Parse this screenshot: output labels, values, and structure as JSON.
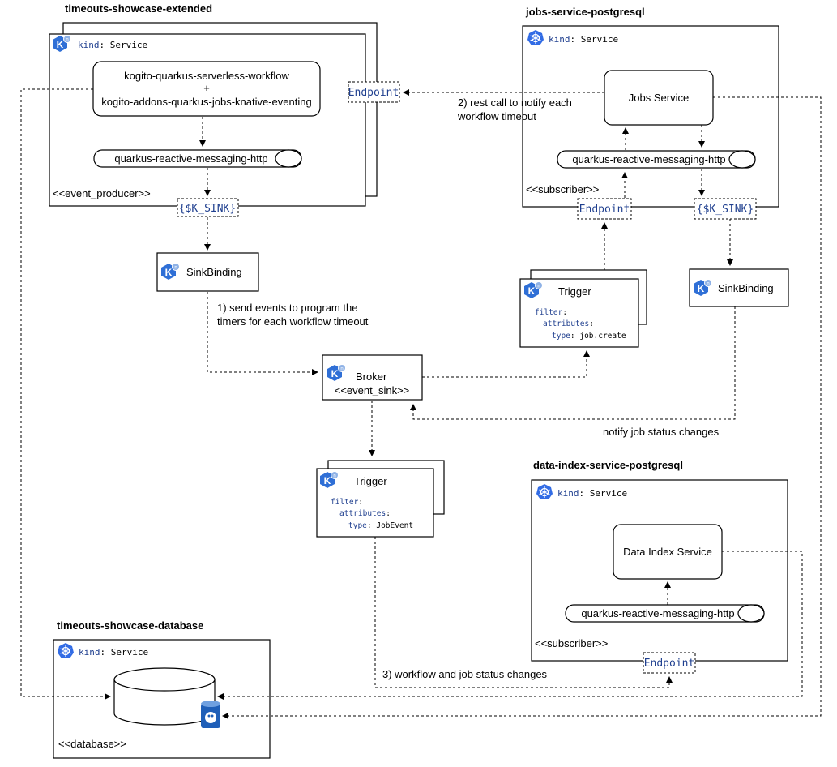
{
  "titles": {
    "timeouts_extended": "timeouts-showcase-extended",
    "jobs_service": "jobs-service-postgresql",
    "data_index": "data-index-service-postgresql",
    "database": "timeouts-showcase-database"
  },
  "kind": {
    "key": "kind",
    "sep": ": ",
    "value": "Service"
  },
  "workflow_box": {
    "line1": "kogito-quarkus-serverless-workflow",
    "line2": "+",
    "line3": "kogito-addons-quarkus-jobs-knative-eventing"
  },
  "messaging": "quarkus-reactive-messaging-http",
  "stereotypes": {
    "event_producer": "<<event_producer>>",
    "subscriber": "<<subscriber>>",
    "event_sink": "<<event_sink>>",
    "database": "<<database>>"
  },
  "endpoint": "Endpoint",
  "k_sink": "{$K_SINK}",
  "sinkbinding": "SinkBinding",
  "broker": "Broker",
  "trigger": "Trigger",
  "jobs_service_label": "Jobs Service",
  "data_index_label": "Data Index Service",
  "filter": {
    "filter": "filter",
    "attributes": "attributes",
    "type": "type",
    "colon": ":",
    "type_job_create": "job.create",
    "type_job_event": "JobEvent"
  },
  "edge_labels": {
    "rest_call_1": "2) rest call to notify each",
    "rest_call_2": "workflow timeout",
    "send_events_1": "1) send events to program the",
    "send_events_2": "timers for each workflow timeout",
    "notify": "notify job status changes",
    "status_changes": "3) workflow and job status changes"
  }
}
